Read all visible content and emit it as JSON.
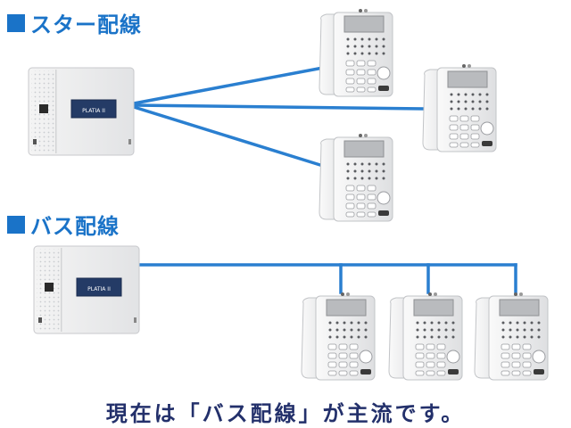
{
  "sections": {
    "star": {
      "title": "スター配線"
    },
    "bus": {
      "title": "バス配線"
    }
  },
  "pbx_label": "PLATIA II",
  "caption": "現在は「バス配線」が主流です。",
  "colors": {
    "accent": "#1a73c8",
    "line": "#2a7fd0",
    "caption": "#23306b"
  }
}
